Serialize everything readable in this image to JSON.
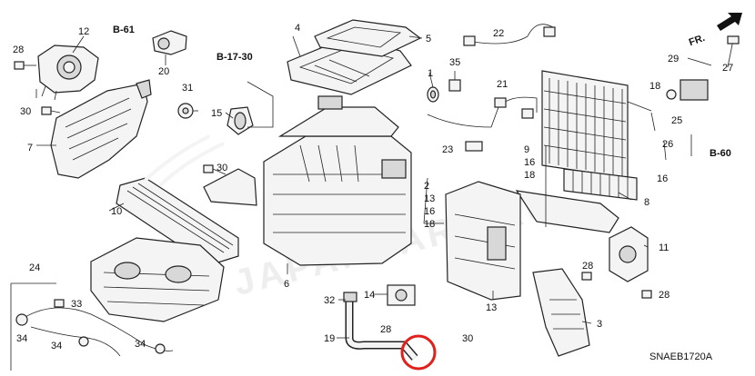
{
  "diagram": {
    "code": "SNAEB1720A",
    "watermark": "JAPANCARS.RU",
    "direction_label": "FR.",
    "refs": {
      "b61": "B-61",
      "b1730": "B-17-30",
      "b60": "B-60"
    },
    "callouts": {
      "c1": "1",
      "c2": "2",
      "c3": "3",
      "c4": "4",
      "c5": "5",
      "c6": "6",
      "c7": "7",
      "c8": "8",
      "c9": "9",
      "c10": "10",
      "c11": "11",
      "c12": "12",
      "c13a": "13",
      "c13b": "13",
      "c14": "14",
      "c15": "15",
      "c16a": "16",
      "c16b": "16",
      "c16c": "16",
      "c18a": "18",
      "c18b": "18",
      "c18c": "18",
      "c19": "19",
      "c20": "20",
      "c21": "21",
      "c22": "22",
      "c23": "23",
      "c24": "24",
      "c25": "25",
      "c26": "26",
      "c27": "27",
      "c28a": "28",
      "c28b": "28",
      "c28c": "28",
      "c28d": "28",
      "c29": "29",
      "c30a": "30",
      "c30b": "30",
      "c30c": "30",
      "c31": "31",
      "c32": "32",
      "c33": "33",
      "c34a": "34",
      "c34b": "34",
      "c34c": "34",
      "c35": "35"
    },
    "highlight_color": "#e0201b"
  }
}
